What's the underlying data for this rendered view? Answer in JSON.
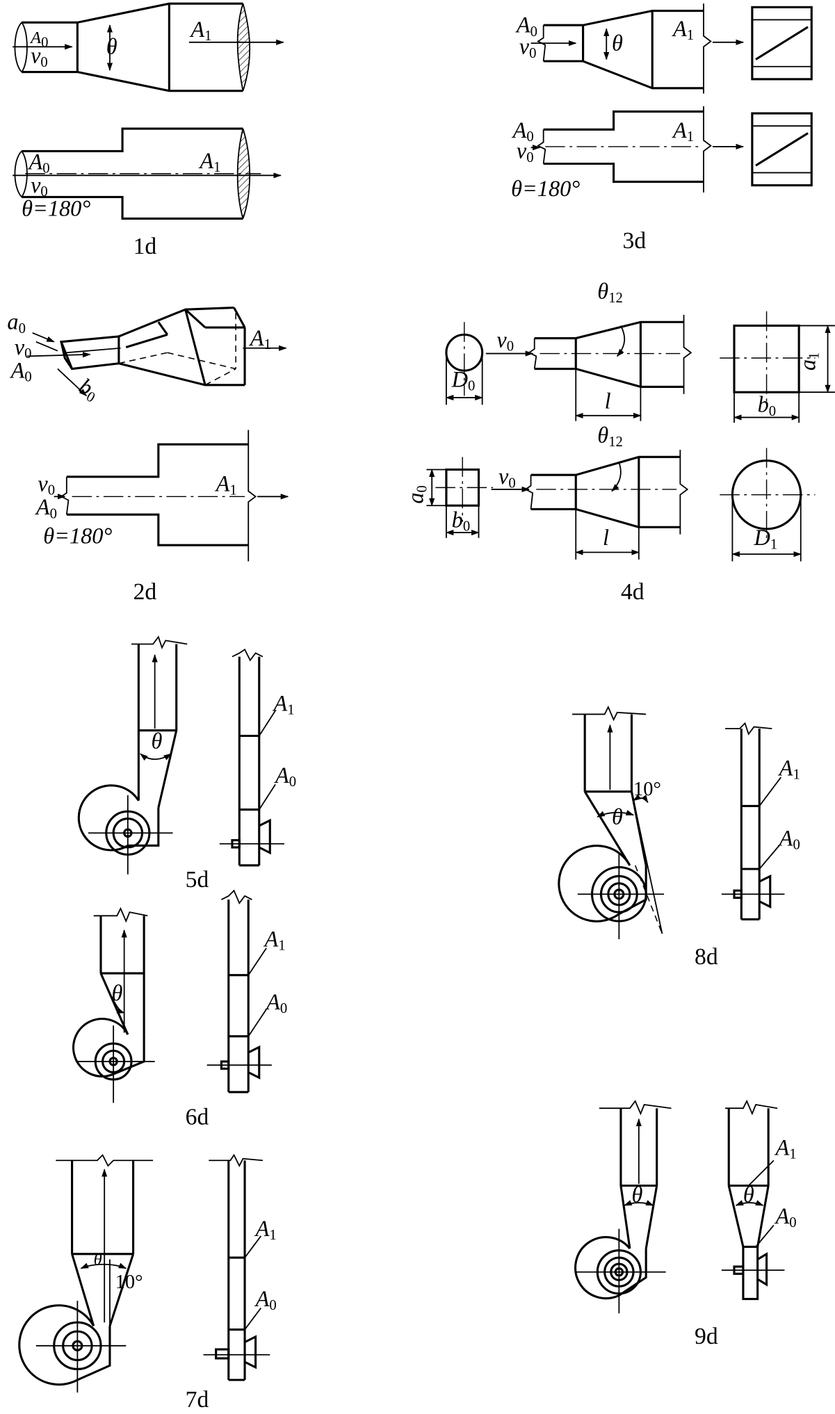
{
  "figures": [
    {
      "id": "1d",
      "caption": "1d",
      "labels": {
        "a0": "A",
        "a0_sub": "0",
        "v0": "v",
        "v0_sub": "0",
        "theta": "θ",
        "a1": "A",
        "a1_sub": "1",
        "a0b": "A",
        "a0b_sub": "0",
        "v0b": "v",
        "v0b_sub": "0",
        "a1b": "A",
        "a1b_sub": "1",
        "angle": "θ=180°"
      }
    },
    {
      "id": "2d",
      "caption": "2d",
      "labels": {
        "a0": "a",
        "a0_sub": "0",
        "v0": "v",
        "v0_sub": "0",
        "A0": "A",
        "A0_sub": "0",
        "b0": "b",
        "b0_sub": "0",
        "A1": "A",
        "A1_sub": "1",
        "v0b": "v",
        "v0b_sub": "0",
        "A0b": "A",
        "A0b_sub": "0",
        "A1b": "A",
        "A1b_sub": "1",
        "angle": "θ=180°"
      }
    },
    {
      "id": "3d",
      "caption": "3d",
      "labels": {
        "A0": "A",
        "A0_sub": "0",
        "v0": "v",
        "v0_sub": "0",
        "theta": "θ",
        "A1": "A",
        "A1_sub": "1",
        "A0b": "A",
        "A0b_sub": "0",
        "v0b": "v",
        "v0b_sub": "0",
        "A1b": "A",
        "A1b_sub": "1",
        "angle": "θ=180°"
      }
    },
    {
      "id": "4d",
      "caption": "4d",
      "labels": {
        "theta": "θ",
        "theta_sub": "12",
        "v0": "v",
        "v0_sub": "0",
        "D0": "D",
        "D0_sub": "0",
        "l": "l",
        "a1": "a",
        "a1_sub": "1",
        "b0": "b",
        "b0_sub": "0",
        "theta_b": "θ",
        "theta_b_sub": "12",
        "a0": "a",
        "a0_sub": "0",
        "v0b": "v",
        "v0b_sub": "0",
        "b0b": "b",
        "b0b_sub": "0",
        "lb": "l",
        "D1": "D",
        "D1_sub": "1"
      }
    },
    {
      "id": "5d",
      "caption": "5d",
      "labels": {
        "theta": "θ",
        "A1": "A",
        "A1_sub": "1",
        "A0": "A",
        "A0_sub": "0"
      }
    },
    {
      "id": "6d",
      "caption": "6d",
      "labels": {
        "theta": "θ",
        "A1": "A",
        "A1_sub": "1",
        "A0": "A",
        "A0_sub": "0"
      }
    },
    {
      "id": "7d",
      "caption": "7d",
      "labels": {
        "theta": "θ",
        "angle10": "10°",
        "A1": "A",
        "A1_sub": "1",
        "A0": "A",
        "A0_sub": "0"
      }
    },
    {
      "id": "8d",
      "caption": "8d",
      "labels": {
        "theta": "θ",
        "angle10": "10°",
        "A1": "A",
        "A1_sub": "1",
        "A0": "A",
        "A0_sub": "0"
      }
    },
    {
      "id": "9d",
      "caption": "9d",
      "labels": {
        "theta": "θ",
        "theta2": "θ",
        "A1": "A",
        "A1_sub": "1",
        "A0": "A",
        "A0_sub": "0"
      }
    }
  ]
}
